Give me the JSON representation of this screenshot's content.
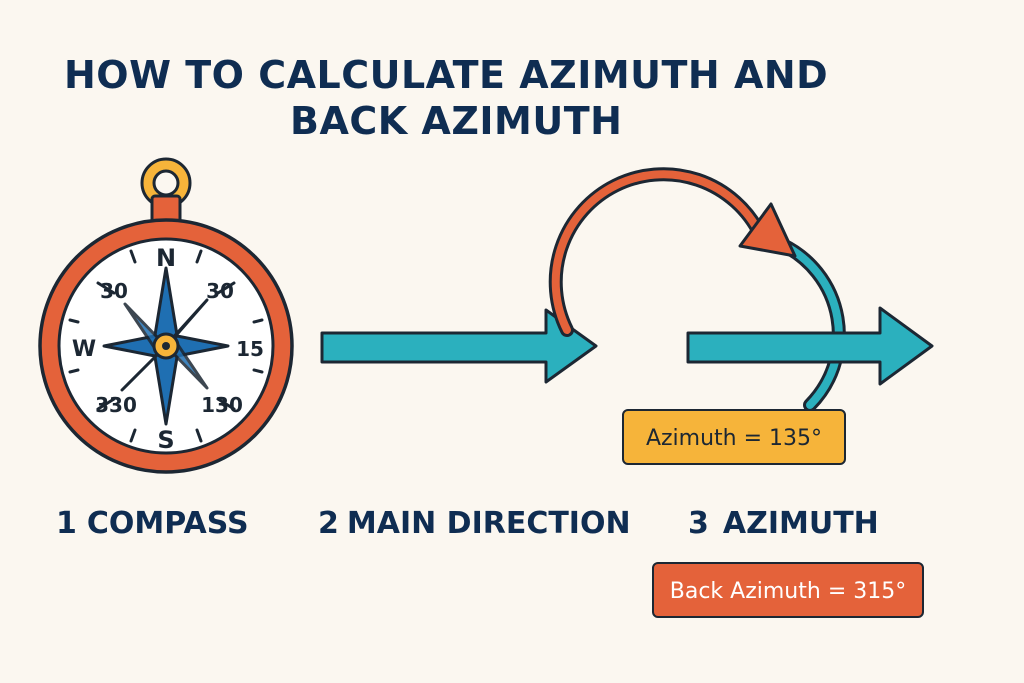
{
  "title": {
    "line1": "HOW TO CALCULATE AZIMUTH AND",
    "line2": "BACK AZIMUTH"
  },
  "compass": {
    "cardinal_north": "N",
    "cardinal_south": "S",
    "cardinal_west": "W",
    "label_east": "15",
    "label_top_left": "30",
    "label_top_right": "30",
    "label_bottom_left": "330",
    "label_bottom_right": "130"
  },
  "steps": [
    {
      "number": "1",
      "label": "COMPASS"
    },
    {
      "number": "2",
      "label": "MAIN DIRECTION"
    },
    {
      "number": "3",
      "label": "AZIMUTH"
    }
  ],
  "badges": {
    "azimuth": "Azimuth = 135°",
    "back_azimuth": "Back Azimuth = 315°"
  },
  "colors": {
    "background": "#FBF7F0",
    "title_navy": "#0F2D52",
    "compass_orange": "#E4623A",
    "compass_ring_fill": "#FFFFFF",
    "needle_blue": "#1F6FB2",
    "arrow_teal": "#2BB0BE",
    "badge_yellow": "#F6B43A",
    "badge_red": "#E4623A",
    "outline": "#1C2733"
  }
}
